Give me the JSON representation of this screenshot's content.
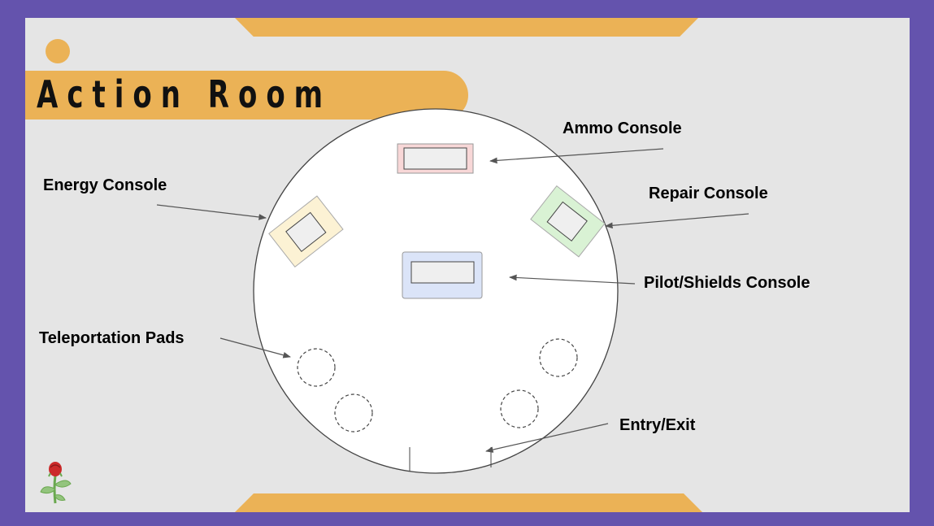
{
  "title": "Action Room",
  "labels": {
    "ammo": "Ammo Console",
    "energy": "Energy Console",
    "repair": "Repair Console",
    "pilot": "Pilot/Shields Console",
    "teleport": "Teleportation Pads",
    "entry": "Entry/Exit"
  },
  "colors": {
    "frame": "#6453ad",
    "panel": "#e5e5e5",
    "accent": "#ebb256",
    "window": "#aee9ec",
    "ammo_console": "#f8d7d7",
    "energy_console": "#fcf2d4",
    "repair_console": "#d9f2d4",
    "pilot_console": "#dbe4f8"
  },
  "logo_icon": "rose-icon"
}
